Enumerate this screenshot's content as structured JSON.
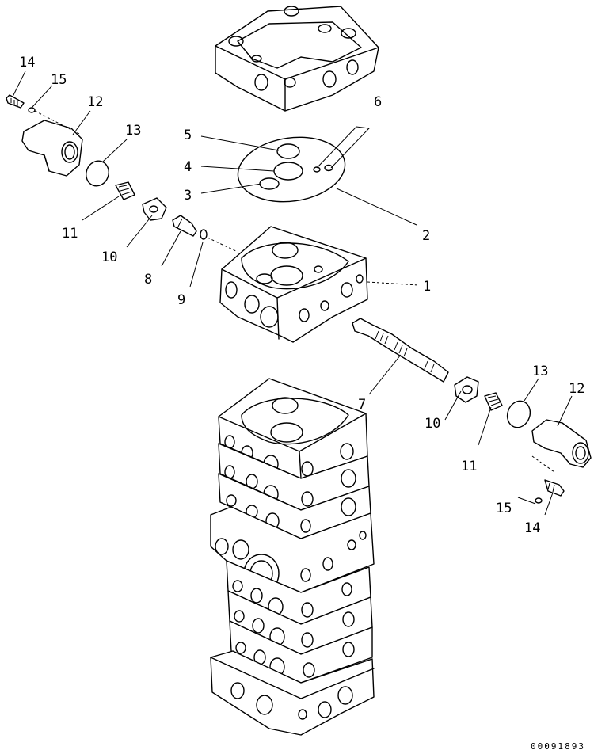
{
  "callouts": {
    "c1": "1",
    "c2": "2",
    "c3": "3",
    "c4": "4",
    "c5": "5",
    "c6": "6",
    "c7": "7",
    "c8": "8",
    "c9": "9",
    "c10_left": "10",
    "c10_right": "10",
    "c11_left": "11",
    "c11_right": "11",
    "c12_left": "12",
    "c12_right": "12",
    "c13_left": "13",
    "c13_right": "13",
    "c14_left": "14",
    "c14_right": "14",
    "c15_left": "15",
    "c15_right": "15"
  },
  "drawing_code": "00091893"
}
